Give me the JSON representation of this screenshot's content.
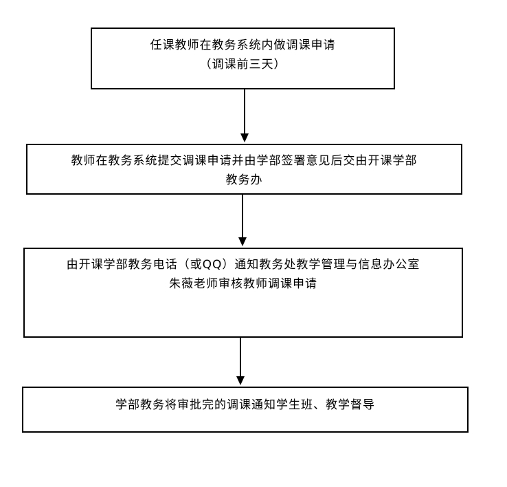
{
  "steps": [
    {
      "lines": [
        "任课教师在教务系统内做调课申请",
        "（调课前三天）"
      ]
    },
    {
      "lines": [
        "教师在教务系统提交调课申请并由学部签署意见后交由开课学部",
        "教务办"
      ]
    },
    {
      "lines": [
        "由开课学部教务电话（或QQ）通知教务处教学管理与信息办公室",
        "朱薇老师审核教师调课申请"
      ]
    },
    {
      "lines": [
        "学部教务将审批完的调课通知学生班、教学督导"
      ]
    }
  ],
  "colors": {
    "stroke": "#000000",
    "background": "#ffffff"
  }
}
